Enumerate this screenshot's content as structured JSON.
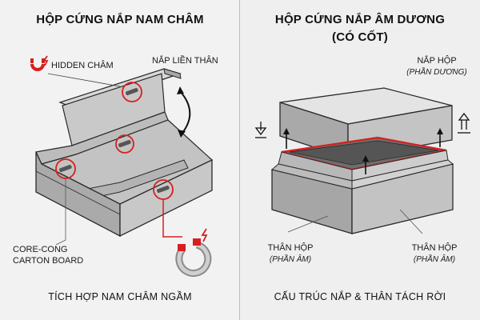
{
  "left_panel": {
    "title": "HỘP CỨNG NẮP NAM CHÂM",
    "labels": {
      "hidden_magnet": "HIDDEN CHÂM",
      "integrated_lid": "NẮP LIỀN THÂN",
      "board_line1": "CORE-CONG",
      "board_line2": "CARTON BOARD"
    },
    "footer": "TÍCH HỢP NAM CHÂM NGẦM",
    "icons": [
      "magnet-icon",
      "lightning-icon",
      "curved-double-arrow-icon"
    ],
    "accent_color": "#d61f1f"
  },
  "right_panel": {
    "title_line1": "HỘP CỨNG NẮP ÂM DƯƠNG",
    "title_line2": "(CÓ CỐT)",
    "labels": {
      "lid_line1": "NẮP HỘP",
      "lid_line2": "(PHẦN DƯƠNG)",
      "body_left_line1": "THÂN HỘP",
      "body_left_line2": "(PHẦN ÂM)",
      "body_right_line1": "THÂN HỘP",
      "body_right_line2": "(PHẦN ÂM)"
    },
    "footer": "CẤU TRÚC NẮP & THÂN TÁCH RỜI",
    "icons": [
      "arrow-down-to-line-icon",
      "arrow-up-from-line-icon"
    ],
    "accent_color": "#d61f1f"
  }
}
